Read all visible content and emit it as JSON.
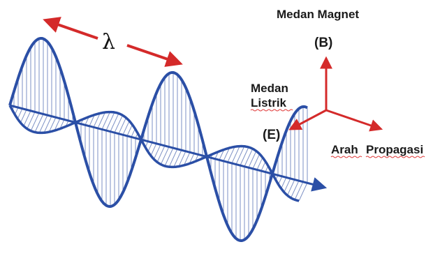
{
  "wave": {
    "wavelength_symbol": "λ"
  },
  "axes": {
    "magnetic": {
      "name": "Medan Magnet",
      "symbol": "(B)"
    },
    "electric": {
      "name_line1": "Medan",
      "name_line2": "Listrik",
      "symbol": "(E)"
    },
    "propagation": {
      "name_word1": "Arah",
      "name_word2": "Propagasi"
    }
  },
  "colors": {
    "wave": "#2b4fa6",
    "hatch": "#7b8fc4",
    "arrow": "#d42a2a",
    "text": "#1a1a1a",
    "spellcheck": "#e03a3a"
  }
}
